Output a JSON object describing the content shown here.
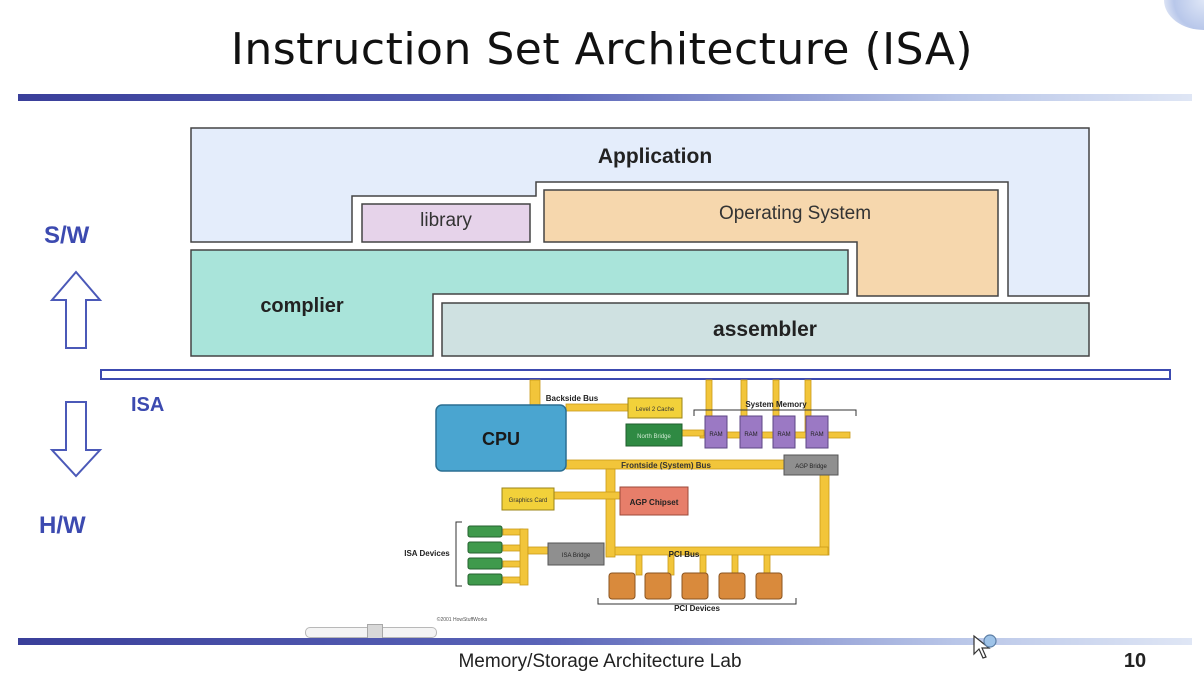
{
  "slide": {
    "title": "Instruction Set Architecture (ISA)",
    "footer": "Memory/Storage Architecture Lab",
    "page_number": "10"
  },
  "stack": {
    "application": "Application",
    "library": "library",
    "operating_system": "Operating System",
    "compiler": "complier",
    "assembler": "assembler",
    "sw_label": "S/W",
    "hw_label": "H/W",
    "isa_label": "ISA"
  },
  "hardware": {
    "cpu": "CPU",
    "backside_bus": "Backside Bus",
    "level2_cache": "Level 2 Cache",
    "north_bridge": "North Bridge",
    "system_memory": "System Memory",
    "ram_label": "RAM",
    "frontside_bus": "Frontside (System) Bus",
    "agp_bridge": "AGP Bridge",
    "graphics_card": "Graphics Card",
    "agp_chipset": "AGP Chipset",
    "isa_devices": "ISA Devices",
    "isa_bridge": "ISA Bridge",
    "pci_bus": "PCI Bus",
    "pci_devices": "PCI Devices",
    "credit": "©2001 HowStuffWorks"
  },
  "colors": {
    "application": "#e4edfb",
    "library": "#e6d3ea",
    "operating_system": "#f6d7ad",
    "compiler": "#a9e4da",
    "assembler": "#cfe1e1",
    "accent_blue": "#3c4ab0",
    "bus_yellow": "#f2c53a",
    "cpu_blue": "#4aa5d0",
    "ram_purple": "#9b79c4",
    "pci_orange": "#d98a3c",
    "isa_green": "#3f9a4c",
    "agp_red": "#e77e6a"
  }
}
